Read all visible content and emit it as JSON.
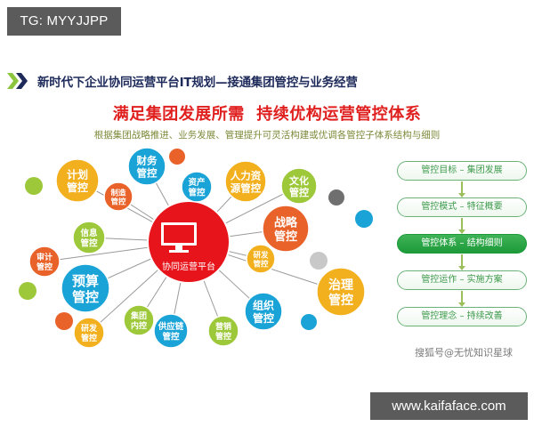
{
  "overlay": {
    "top_tag": "TG: MYYJJPP",
    "bottom_tag": "www.kaifaface.com"
  },
  "header": {
    "title": "新时代下企业协同运营平台IT规划—接通集团管控与业务经营",
    "chevron_colors": [
      "#8cc63f",
      "#1d2a5a"
    ]
  },
  "headline": "满足集团发展所需  持续优构运营管控体系",
  "subline": "根据集团战略推进、业务发展、管理提升可灵活构建或优调各管控子体系结构与细则",
  "hub": {
    "label": "协同运营平台",
    "icon": "monitor-icon",
    "color": "#e8141b"
  },
  "nodes": [
    {
      "id": "plan",
      "line1": "计划",
      "line2": "管控",
      "color": "#f2b01e"
    },
    {
      "id": "finance",
      "line1": "财务",
      "line2": "管控",
      "color": "#1aa3d6"
    },
    {
      "id": "manufacturing",
      "line1": "制造",
      "line2": "管控",
      "color": "#e8622a"
    },
    {
      "id": "asset",
      "line1": "资产",
      "line2": "管控",
      "color": "#1aa3d6"
    },
    {
      "id": "hr",
      "line1": "人力资",
      "line2": "源管控",
      "color": "#f2b01e"
    },
    {
      "id": "culture",
      "line1": "文化",
      "line2": "管控",
      "color": "#9dc83a"
    },
    {
      "id": "strategy",
      "line1": "战略",
      "line2": "管控",
      "color": "#e8622a"
    },
    {
      "id": "rnd-right",
      "line1": "研发",
      "line2": "管控",
      "color": "#f2b01e"
    },
    {
      "id": "governance",
      "line1": "治理",
      "line2": "管控",
      "color": "#f2b01e"
    },
    {
      "id": "organization",
      "line1": "组织",
      "line2": "管控",
      "color": "#1aa3d6"
    },
    {
      "id": "marketing",
      "line1": "营销",
      "line2": "管控",
      "color": "#9dc83a"
    },
    {
      "id": "supply-chain",
      "line1": "供应链",
      "line2": "管控",
      "color": "#1aa3d6"
    },
    {
      "id": "group-internal",
      "line1": "集团",
      "line2": "内控",
      "color": "#9dc83a"
    },
    {
      "id": "rnd-left",
      "line1": "研发",
      "line2": "管控",
      "color": "#f2b01e"
    },
    {
      "id": "budget",
      "line1": "预算",
      "line2": "管控",
      "color": "#1aa3d6"
    },
    {
      "id": "audit",
      "line1": "审计",
      "line2": "管控",
      "color": "#e8622a"
    },
    {
      "id": "info",
      "line1": "信息",
      "line2": "管控",
      "color": "#9dc83a"
    }
  ],
  "flow": {
    "items": [
      {
        "label": "管控目标 – 集团发展",
        "active": false
      },
      {
        "label": "管控模式 – 特征概要",
        "active": false
      },
      {
        "label": "管控体系 – 结构细则",
        "active": true
      },
      {
        "label": "管控运作 – 实施方案",
        "active": false
      },
      {
        "label": "管控理念 – 持续改善",
        "active": false
      }
    ],
    "accent": "#1d9a3a"
  },
  "watermark": "搜狐号@无忧知识星球"
}
